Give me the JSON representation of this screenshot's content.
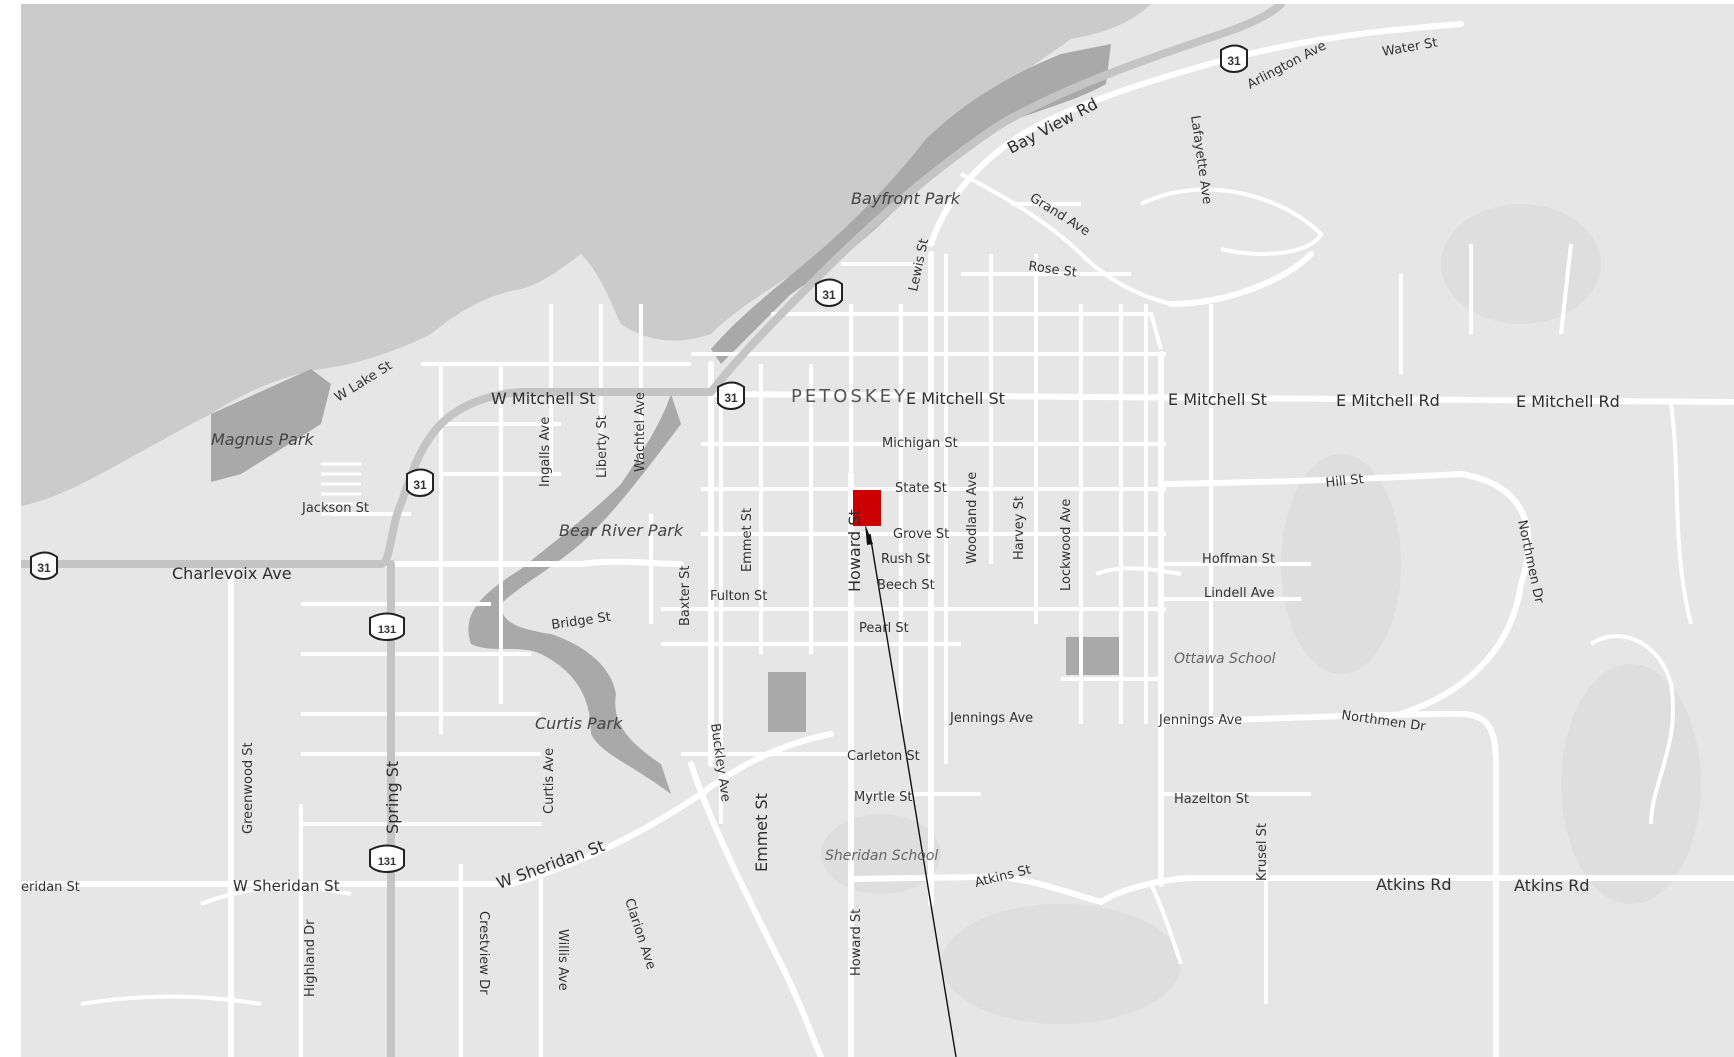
{
  "city": "PETOSKEY",
  "colors": {
    "water": "#cbcbcb",
    "land": "#e6e6e6",
    "park": "#a4a4a4",
    "road": "#ffffff",
    "highway": "#c8c8c8",
    "marker": "#cc0000"
  },
  "parks": {
    "bayfront": "Bayfront Park",
    "magnus": "Magnus Park",
    "bear_river": "Bear River Park",
    "curtis": "Curtis Park"
  },
  "schools": {
    "ottawa": "Ottawa School",
    "sheridan": "Sheridan School"
  },
  "shields": {
    "us31": "31",
    "us131": "131"
  },
  "streets": {
    "bay_view_rd": "Bay View Rd",
    "arlington_ave": "Arlington Ave",
    "water_st": "Water St",
    "lafayette_ave": "Lafayette Ave",
    "grand_ave": "Grand Ave",
    "rose_st": "Rose St",
    "lewis_st": "Lewis St",
    "w_lake_st": "W Lake St",
    "w_mitchell_st": "W Mitchell St",
    "e_mitchell_st": "E Mitchell St",
    "e_mitchell_st_2": "E Mitchell St",
    "e_mitchell_rd": "E Mitchell Rd",
    "e_mitchell_rd_2": "E Mitchell Rd",
    "ingalls_ave": "Ingalls Ave",
    "liberty_st": "Liberty St",
    "wachtel_ave": "Wachtel Ave",
    "michigan_st": "Michigan St",
    "state_st": "State St",
    "hill_st": "Hill St",
    "jackson_st": "Jackson St",
    "howard_st": "Howard St",
    "howard_st_south": "Howard St",
    "grove_st": "Grove St",
    "woodland_ave": "Woodland Ave",
    "harvey_st": "Harvey St",
    "lockwood_ave": "Lockwood Ave",
    "northmen_dr": "Northmen Dr",
    "northmen_dr_2": "Northmen Dr",
    "charlevoix_ave": "Charlevoix Ave",
    "emmet_st_north": "Emmet St",
    "emmet_st": "Emmet St",
    "rush_st": "Rush St",
    "hoffman_st": "Hoffman St",
    "beech_st": "Beech St",
    "lindell_ave": "Lindell Ave",
    "fulton_st": "Fulton St",
    "baxter_st": "Baxter St",
    "bridge_st": "Bridge St",
    "pearl_st": "Pearl St",
    "jennings_ave": "Jennings Ave",
    "jennings_ave_2": "Jennings Ave",
    "buckley_ave": "Buckley Ave",
    "carleton_st": "Carleton St",
    "curtis_ave": "Curtis Ave",
    "myrtle_st": "Myrtle St",
    "hazelton_st": "Hazelton St",
    "spring_st": "Spring St",
    "greenwood_st": "Greenwood St",
    "w_sheridan_st_edge": "eridan St",
    "w_sheridan_st": "W Sheridan St",
    "w_sheridan_st_diag": "W Sheridan St",
    "atkins_st": "Atkins St",
    "atkins_rd": "Atkins Rd",
    "atkins_rd_2": "Atkins Rd",
    "krusel_st": "Krusel St",
    "highland_dr": "Highland Dr",
    "crestview_dr": "Crestview Dr",
    "willis_ave": "Willis Ave",
    "clarion_ave": "Clarion Ave"
  }
}
